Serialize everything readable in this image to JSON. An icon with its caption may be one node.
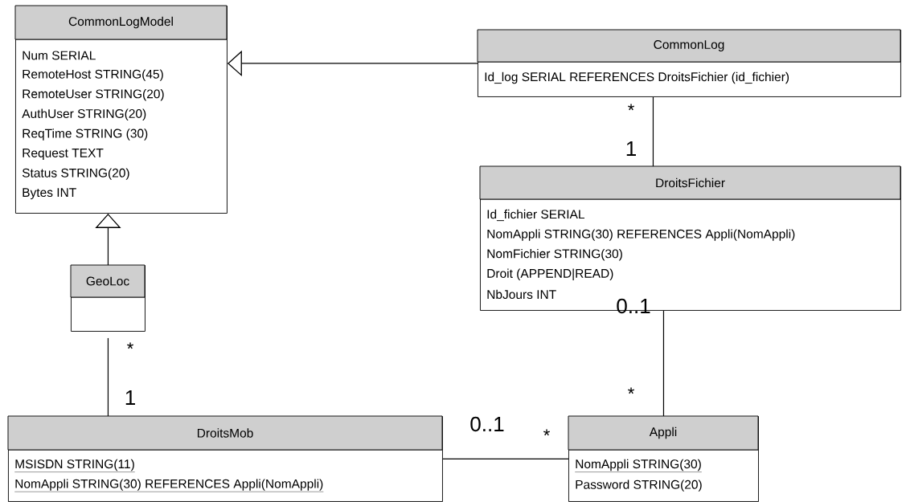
{
  "diagram": {
    "nodes": [
      {
        "text": [
          "CommonLogModel",
          "Num SERIAL",
          "RemoteHost STRING(45)",
          "RemoteUser STRING(20)",
          "AuthUser STRING(20)",
          "ReqTime STRING (30)",
          "Request TEXT",
          "Status STRING(20)",
          "Bytes INT"
        ]
      },
      {
        "text": [
          "CommonLog",
          "Id_log SERIAL REFERENCES DroitsFichier (id_fichier)"
        ]
      },
      {
        "text": [
          "DroitsFichier",
          "Id_fichier SERIAL",
          "NomAppli STRING(30) REFERENCES Appli(NomAppli)",
          "NomFichier STRING(30)",
          "Droit (APPEND|READ)",
          "NbJours INT"
        ]
      },
      {
        "text": [
          "GeoLoc"
        ]
      },
      {
        "text": [
          "DroitsMob",
          "MSISDN STRING(11)",
          "NomAppli STRING(30) REFERENCES Appli(NomAppli)"
        ]
      },
      {
        "text": [
          "Appli",
          "NomAppli STRING(30)",
          "Password STRING(20)"
        ]
      }
    ],
    "edges": [
      {
        "from": 1,
        "to": 0,
        "arrow": "to"
      },
      {
        "from": 3,
        "to": 0,
        "arrow": "to"
      },
      {
        "from": 1,
        "to": 2,
        "arrow": "none"
      },
      {
        "from": 3,
        "to": 4,
        "arrow": "none"
      },
      {
        "from": 2,
        "to": 5,
        "arrow": "none"
      },
      {
        "from": 4,
        "to": 5,
        "arrow": "none"
      }
    ],
    "labels": [
      "*",
      "1",
      "0..1",
      "*",
      "*",
      "1",
      "0..1",
      "*"
    ]
  }
}
